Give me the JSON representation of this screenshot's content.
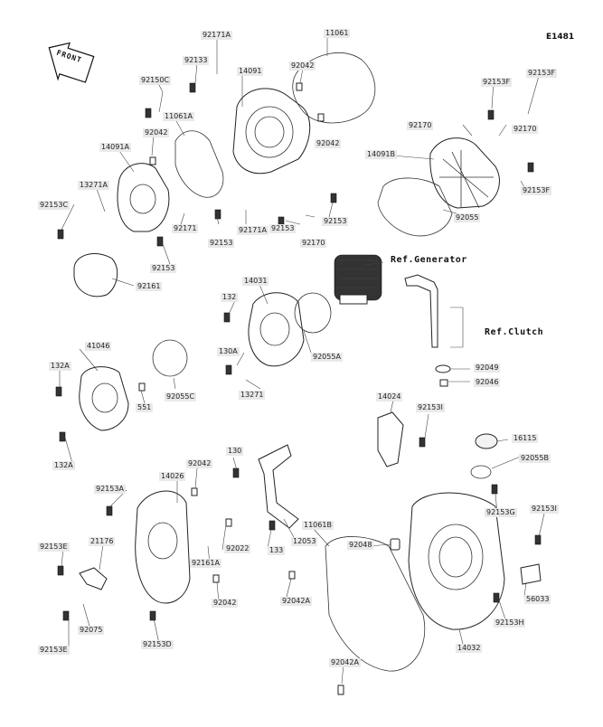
{
  "diagram": {
    "code": "E1481",
    "front_label": "FRONT",
    "refs": {
      "generator": "Ref.Generator",
      "clutch": "Ref.Clutch"
    },
    "labels": {
      "p92171A_top": "92171A",
      "p92133": "92133",
      "p14091": "14091",
      "p11061": "11061",
      "p92042_a": "92042",
      "p92150C": "92150C",
      "p11061A": "11061A",
      "p92042_b": "92042",
      "p14091A": "14091A",
      "p92042_c": "92042",
      "p13271A": "13271A",
      "p92153C": "92153C",
      "p92171_mid": "92171",
      "p92153_mid1": "92153",
      "p92171A_mid": "92171A",
      "p92153_mid2": "92153",
      "p92170_mid": "92170",
      "p92153_mid3": "92153",
      "p92153_left": "92153",
      "p92161": "92161",
      "p92153F_a": "92153F",
      "p92153F_b": "92153F",
      "p92170_a": "92170",
      "p92170_b": "92170",
      "p14091B": "14091B",
      "p92153F_c": "92153F",
      "p92055": "92055",
      "p14031": "14031",
      "p132": "132",
      "p92055A": "92055A",
      "p130A": "130A",
      "p13271": "13271",
      "p41046": "41046",
      "p132A_a": "132A",
      "p551": "551",
      "p92055C": "92055C",
      "p132A_b": "132A",
      "p92049": "92049",
      "p92046": "92046",
      "p14024": "14024",
      "p92153I_a": "92153I",
      "p16115": "16115",
      "p92055B": "92055B",
      "p130": "130",
      "p92042_d": "92042",
      "p14026": "14026",
      "p92153A": "92153A",
      "p21176": "21176",
      "p92153E_a": "92153E",
      "p92022": "92022",
      "p92161A": "92161A",
      "p133": "133",
      "p12053": "12053",
      "p11061B": "11061B",
      "p92042_e": "92042",
      "p92075": "92075",
      "p92153E_b": "92153E",
      "p92153D": "92153D",
      "p92048": "92048",
      "p92153G": "92153G",
      "p92153I_b": "92153I",
      "p56033": "56033",
      "p92042A_a": "92042A",
      "p92153H": "92153H",
      "p14032": "14032",
      "p92042A_b": "92042A"
    }
  }
}
